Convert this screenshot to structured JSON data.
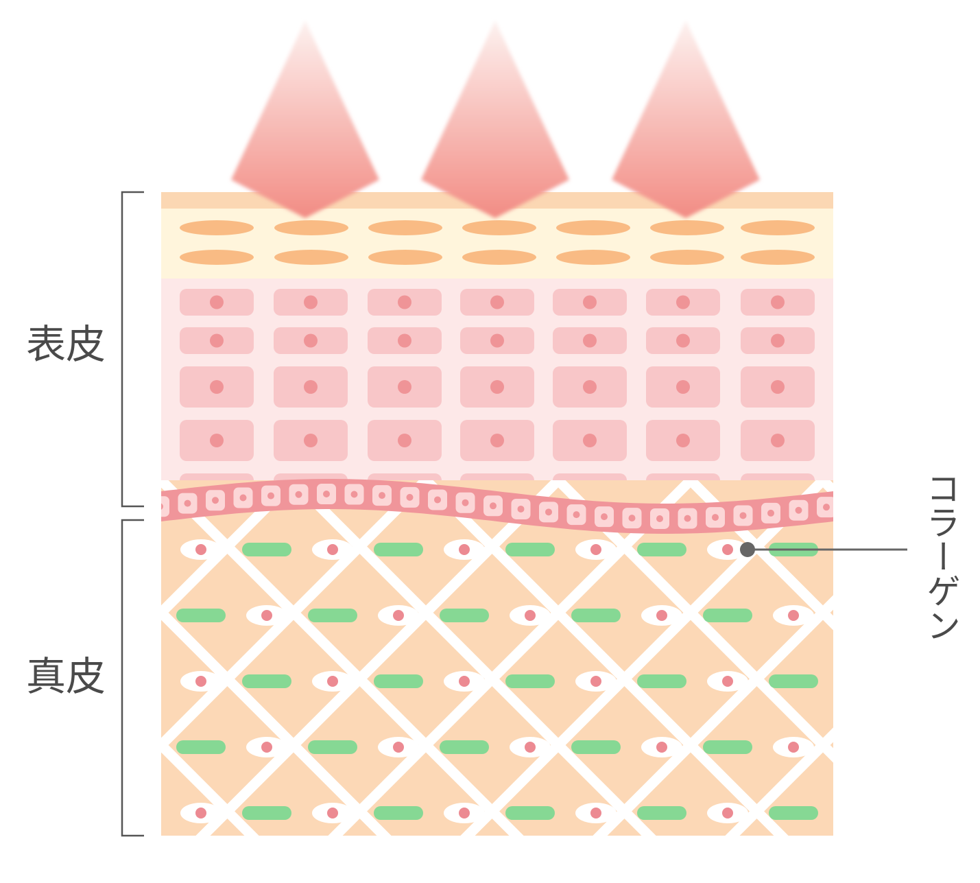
{
  "diagram": {
    "labels": {
      "epidermis": "表皮",
      "dermis": "真皮",
      "collagen": "コラーゲン"
    },
    "colors": {
      "background": "#ffffff",
      "stratum_corneum_top": "#fbd7b3",
      "stratum_corneum": "#fff5dc",
      "orange_cell": "#f9bb84",
      "epidermis_bg": "#fde8e8",
      "pink_cell": "#f8c6c8",
      "pink_nucleus": "#ef9497",
      "basal_band": "#f0959a",
      "basal_cell": "#fcd6d7",
      "dermis_bg": "#fcd8b6",
      "lattice": "#ffffff",
      "collagen_fiber": "#86d894",
      "fibroblast": "#ffffff",
      "fibroblast_nucleus": "#ec8a92",
      "pointer": "#666666",
      "bracket": "#555555",
      "ray_top": "#fdf1ef",
      "ray_bottom": "#f28c84"
    },
    "icons": {
      "rays": "light-ray-icon",
      "pointer": "pointer-dot-icon"
    }
  }
}
